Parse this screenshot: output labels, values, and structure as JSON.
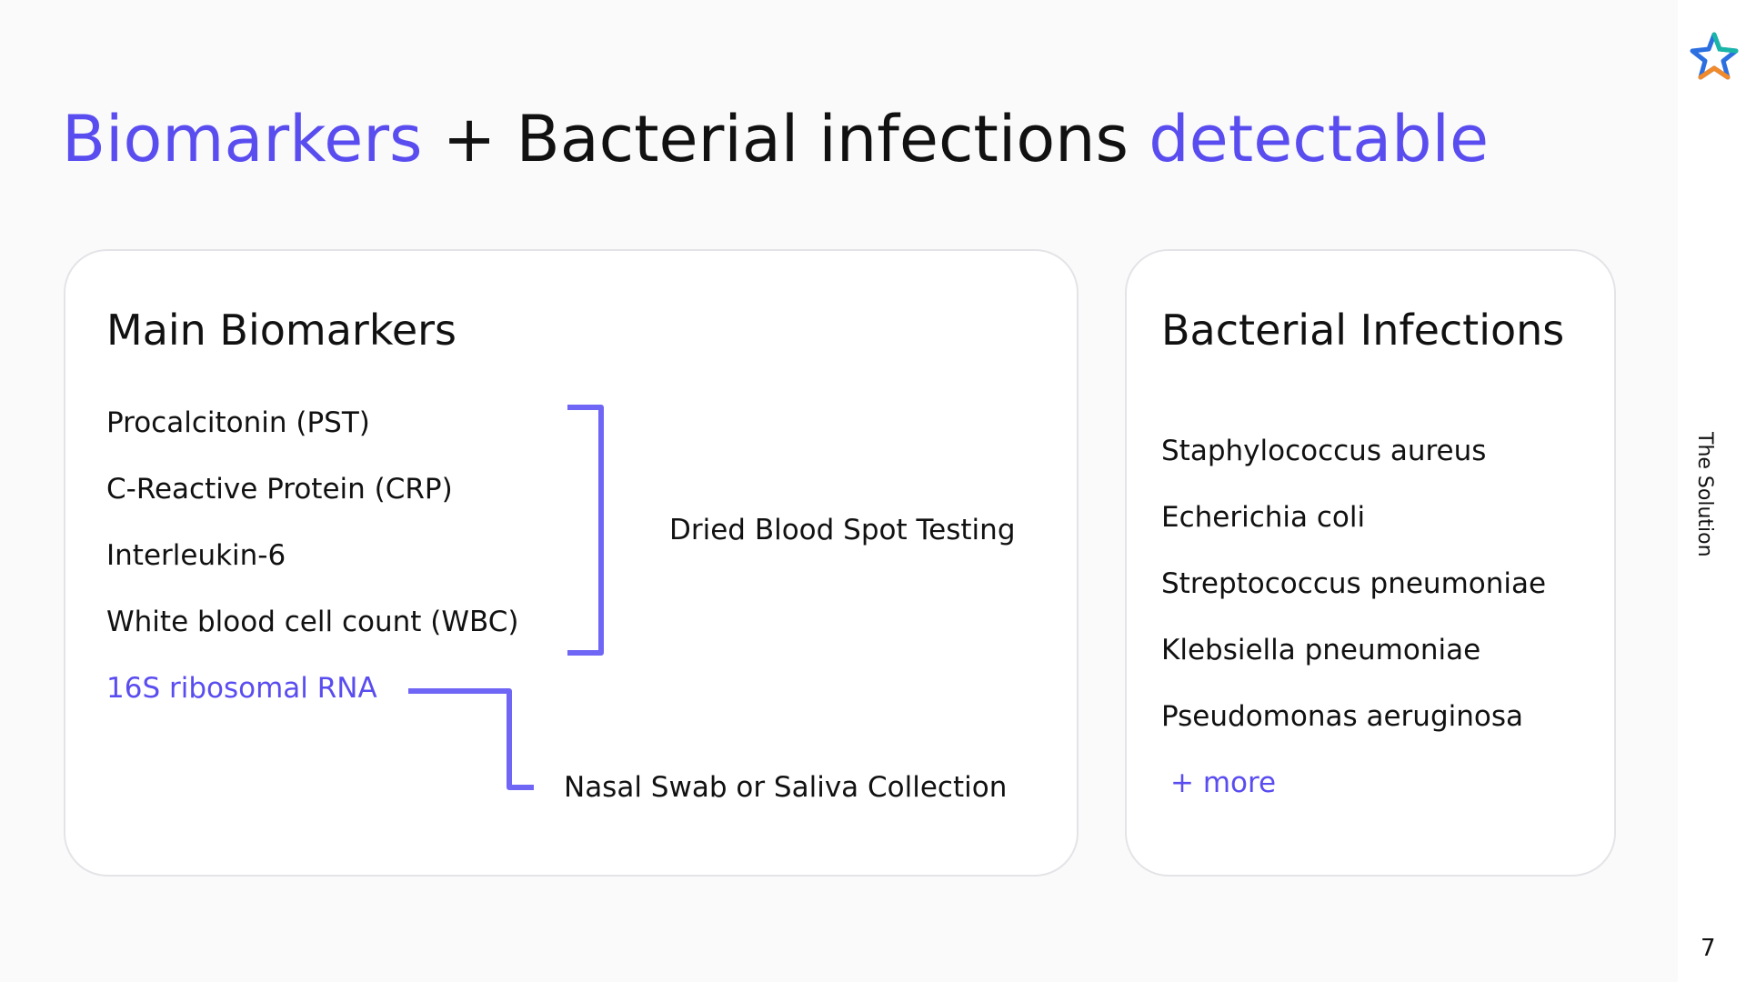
{
  "title": {
    "part1": "Biomarkers",
    "part2": " + Bacterial infections ",
    "part3": "detectable"
  },
  "main_biomarkers": {
    "heading": "Main Biomarkers",
    "items": [
      "Procalcitonin (PST)",
      "C-Reactive Protein (CRP)",
      "Interleukin-6",
      "White blood cell count (WBC)",
      "16S ribosomal RNA"
    ],
    "dried_blood_label": "Dried Blood Spot Testing",
    "nasal_label": "Nasal Swab or Saliva Collection"
  },
  "bacterial_infections": {
    "heading": "Bacterial Infections",
    "items": [
      "Staphylococcus aureus",
      "Echerichia coli",
      "Streptococcus pneumoniae",
      "Klebsiella pneumoniae",
      "Pseudomonas aeruginosa"
    ],
    "more_label": "+ more"
  },
  "sidebar": {
    "section_label": "The Solution",
    "page_number": "7",
    "logo_icon": "star-logo-icon"
  },
  "colors": {
    "accent": "#5a4df0",
    "bracket": "#6f66f5",
    "text": "#111111",
    "card_border": "#e4e4e8"
  }
}
